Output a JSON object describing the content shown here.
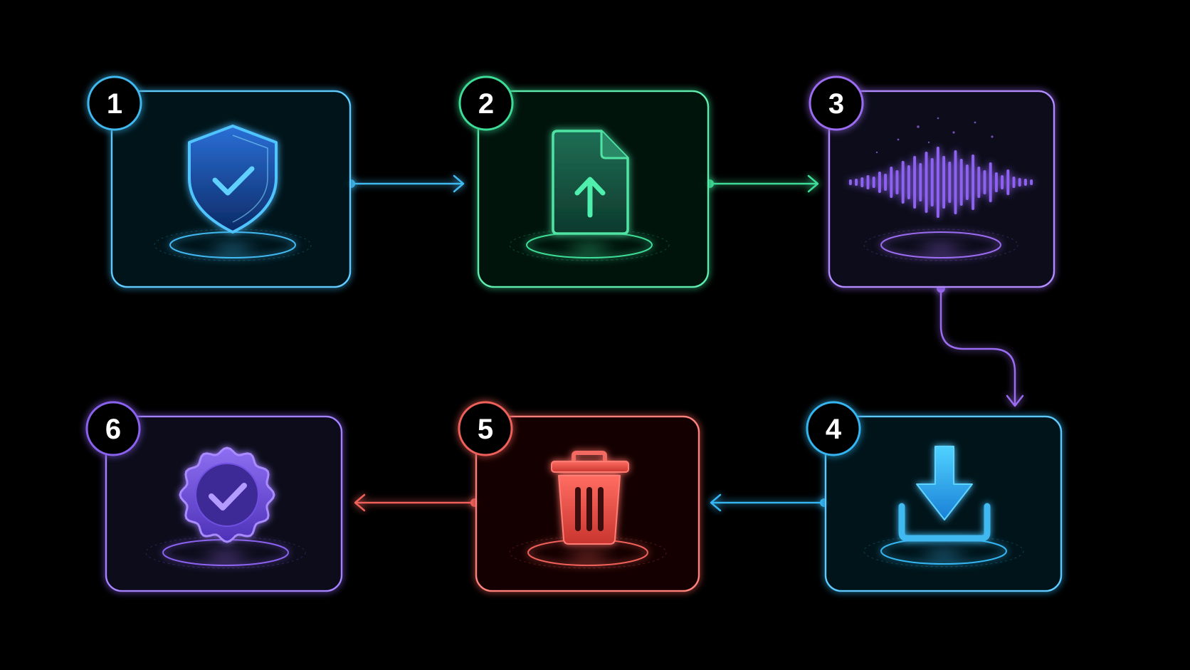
{
  "steps": [
    {
      "number": "1",
      "icon": "shield-check-icon",
      "color": "#3fb8f0"
    },
    {
      "number": "2",
      "icon": "file-upload-icon",
      "color": "#3ddc97"
    },
    {
      "number": "3",
      "icon": "sound-wave-icon",
      "color": "#9b6cf2"
    },
    {
      "number": "4",
      "icon": "download-tray-icon",
      "color": "#35b6f2"
    },
    {
      "number": "5",
      "icon": "trash-icon",
      "color": "#f0605a"
    },
    {
      "number": "6",
      "icon": "verified-badge-icon",
      "color": "#8b62f0"
    }
  ],
  "connections": [
    {
      "from": "1",
      "to": "2"
    },
    {
      "from": "2",
      "to": "3"
    },
    {
      "from": "3",
      "to": "4"
    },
    {
      "from": "4",
      "to": "5"
    },
    {
      "from": "5",
      "to": "6"
    }
  ],
  "background": "#000000"
}
